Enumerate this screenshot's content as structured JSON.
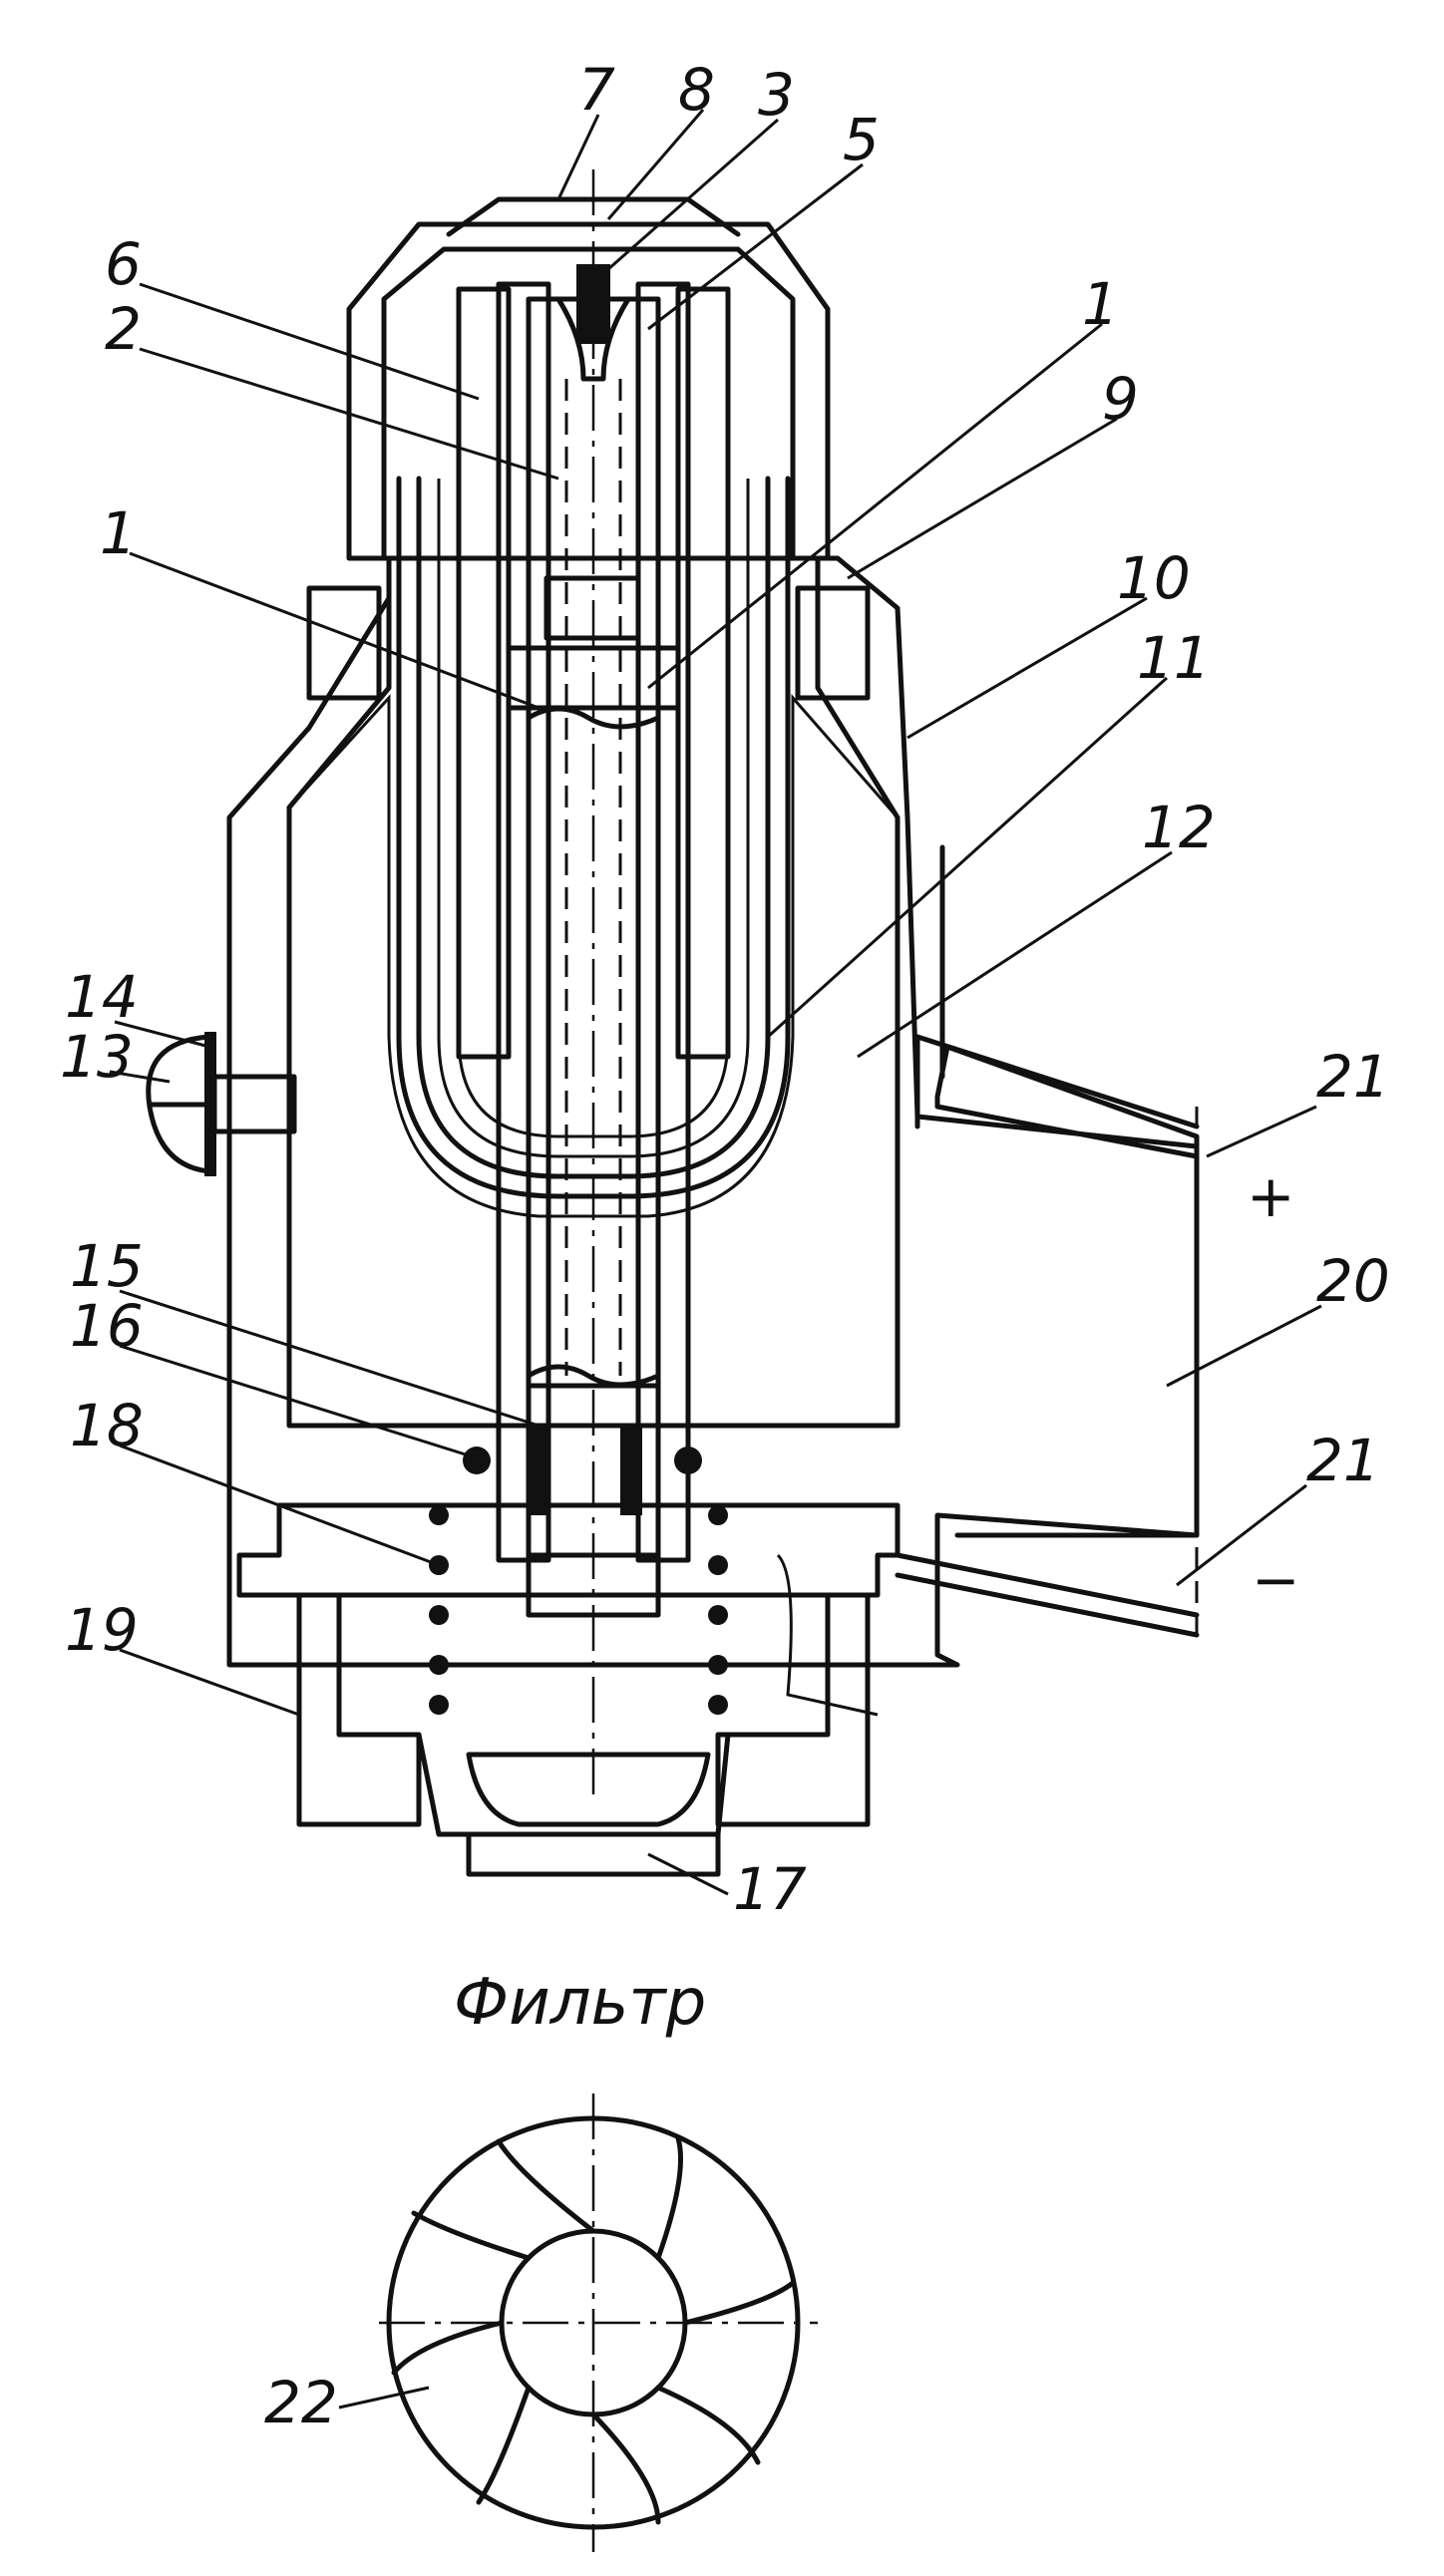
{
  "figure": {
    "filter_title": "Фильтр",
    "polarity": {
      "plus": "+",
      "minus": "−"
    },
    "callouts": [
      "7",
      "8",
      "3",
      "5",
      "6",
      "2",
      "1",
      "9",
      "1",
      "10",
      "11",
      "12",
      "14",
      "13",
      "21",
      "20",
      "15",
      "16",
      "21",
      "18",
      "19",
      "17",
      "22"
    ]
  }
}
